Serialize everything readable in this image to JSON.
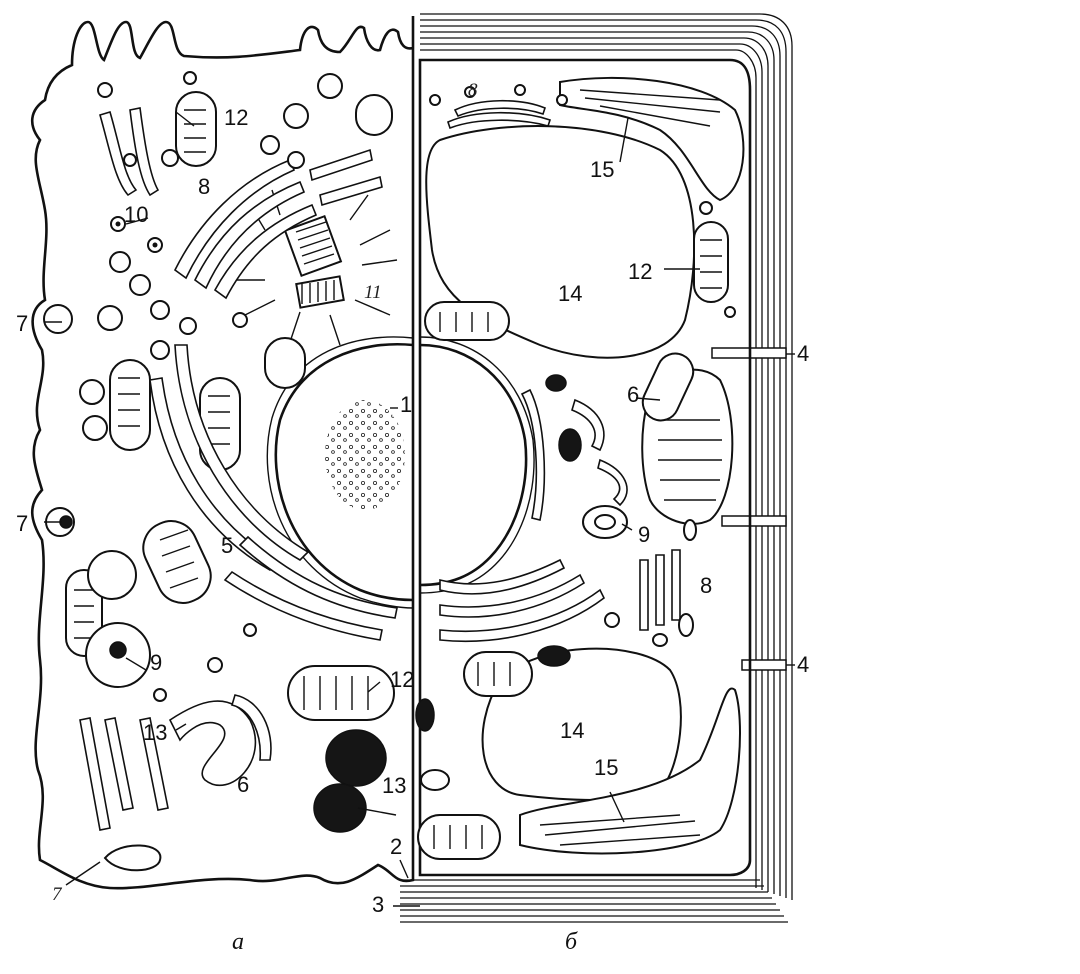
{
  "labels": {
    "l1": "1",
    "l2": "2",
    "l3": "3",
    "l4a": "4",
    "l4b": "4",
    "l5": "5",
    "l6a": "6",
    "l6b": "6",
    "l7a": "7",
    "l7b": "7",
    "l7c": "7",
    "l8a": "8",
    "l8b": "8",
    "l8c": "8",
    "l9a": "9",
    "l9b": "9",
    "l10": "10",
    "l11": "11",
    "l12a": "12",
    "l12b": "12",
    "l12c": "12",
    "l13a": "13",
    "l13b": "13",
    "l14a": "14",
    "l14b": "14",
    "l15a": "15",
    "l15b": "15"
  },
  "captions": {
    "left": "а",
    "right": "б"
  }
}
